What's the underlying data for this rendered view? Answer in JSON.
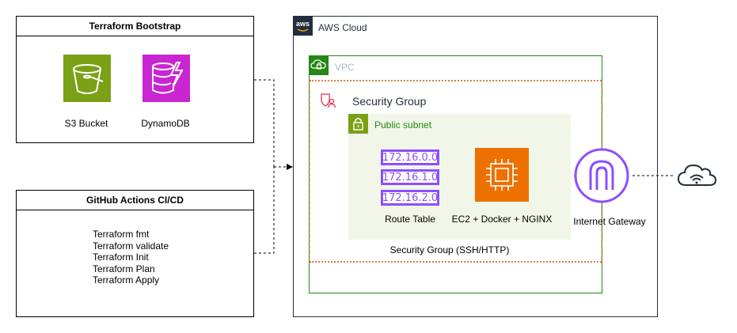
{
  "bootstrap": {
    "title": "Terraform Bootstrap",
    "s3_label": "S3 Bucket",
    "dynamodb_label": "DynamoDB"
  },
  "cicd": {
    "title": "GitHub Actions CI/CD",
    "steps": [
      "Terraform fmt",
      "Terraform validate",
      "Terraform Init",
      "Terraform Plan",
      "Terraform Apply"
    ]
  },
  "aws": {
    "cloud_label": "AWS Cloud",
    "aws_logo_text": "aws",
    "vpc_label": "VPC",
    "security_group_title": "Security Group",
    "public_subnet_label": "Public subnet",
    "route_table": {
      "cidrs": [
        "172.16.0.0",
        "172.16.1.0",
        "172.16.2.0"
      ],
      "label": "Route Table"
    },
    "ec2_label": "EC2 + Docker + NGINX",
    "security_group_rule": "Security Group (SSH/HTTP)",
    "igw_label": "Internet Gateway"
  },
  "colors": {
    "s3": "#7aa116",
    "dynamodb": "#c925d1",
    "ec2": "#ed7100",
    "vpc": "#248814",
    "route_table": "#8c4fff",
    "igw": "#8c4fff",
    "security_group": "#dd344c",
    "internet": "#232f3e"
  },
  "icons": [
    "s3-bucket-icon",
    "dynamodb-icon",
    "ec2-instance-icon",
    "internet-gateway-icon",
    "internet-cloud-icon",
    "vpc-icon",
    "security-group-icon",
    "subnet-lock-icon",
    "aws-logo-icon"
  ]
}
